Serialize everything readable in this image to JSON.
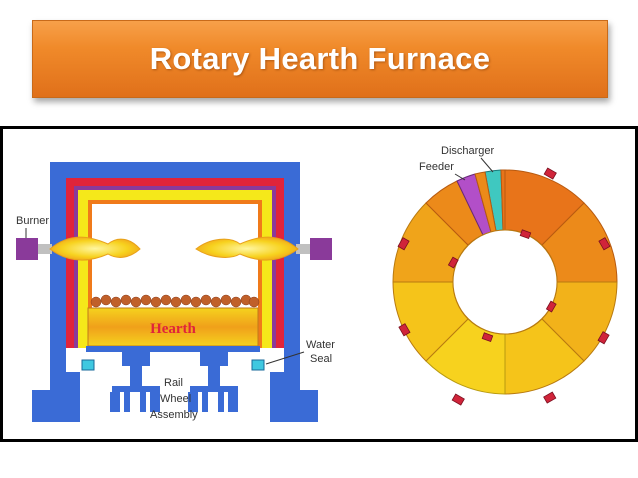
{
  "title": "Rotary Hearth Furnace",
  "left_diagram": {
    "labels": {
      "burner": "Burner",
      "hearth": "Hearth",
      "water_seal_1": "Water",
      "water_seal_2": "Seal",
      "rail_1": "Rail",
      "rail_2": "Wheel",
      "rail_3": "Assembly"
    }
  },
  "right_diagram": {
    "labels": {
      "discharger": "Discharger",
      "feeder": "Feeder"
    },
    "colors": {
      "feeder": "#b24fc8",
      "discharger": "#3fc8c0",
      "hot": "#e8741a",
      "warm": "#f2b21a",
      "cool": "#f7d21e"
    }
  },
  "colors": {
    "frame_blue": "#3a6bd6",
    "burner_purple": "#8a3a9a",
    "layer_red": "#e0243a",
    "layer_orange": "#f07a1a",
    "layer_yellow": "#f5e81a"
  }
}
